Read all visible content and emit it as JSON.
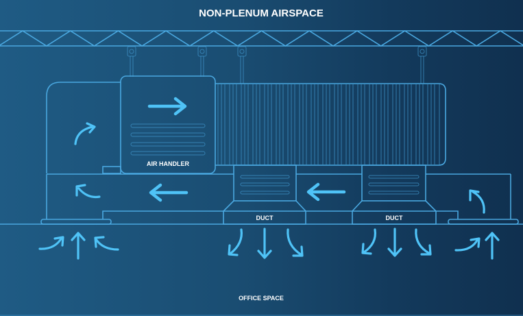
{
  "title": "NON-PLENUM AIRSPACE",
  "labels": {
    "air_handler": "AIR HANDLER",
    "duct_left": "DUCT",
    "duct_right": "DUCT",
    "office_space": "OFFICE SPACE"
  },
  "colors": {
    "background_left": "#1f5b84",
    "background_right": "#10304f",
    "line": "#4aa8e0",
    "arrow": "#4fc3f7",
    "text": "#ffffff"
  },
  "airflow": {
    "air_handler_direction": "right",
    "return_channel_direction": "left",
    "duct_outlets": "down",
    "room_intakes": "up"
  }
}
